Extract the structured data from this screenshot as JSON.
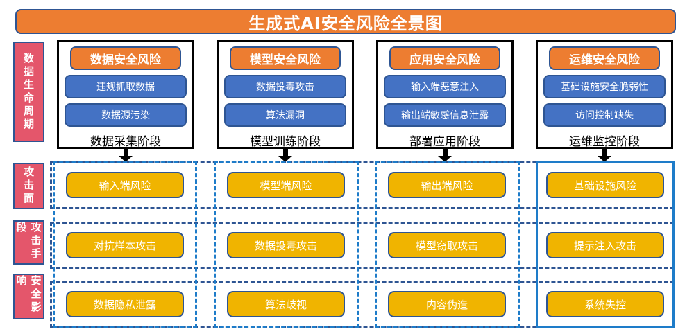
{
  "title": "生成式AI安全风险全景图",
  "sidebar": [
    "数据生命周期",
    "攻击面",
    "攻击手段",
    "安全影响"
  ],
  "columns": [
    {
      "header": "数据安全风险",
      "risks": [
        "违规抓取数据",
        "数据源污染"
      ],
      "stage": "数据采集阶段",
      "attack_surface": "输入端风险",
      "attack_method": "对抗样本攻击",
      "impact": "数据隐私泄露"
    },
    {
      "header": "模型安全风险",
      "risks": [
        "数据投毒攻击",
        "算法漏洞"
      ],
      "stage": "模型训练阶段",
      "attack_surface": "模型端风险",
      "attack_method": "数据投毒攻击",
      "impact": "算法歧视"
    },
    {
      "header": "应用安全风险",
      "risks": [
        "输入端恶意注入",
        "输出端敏感信息泄露"
      ],
      "stage": "部署应用阶段",
      "attack_surface": "输出端风险",
      "attack_method": "模型窃取攻击",
      "impact": "内容伪造"
    },
    {
      "header": "运维安全风险",
      "risks": [
        "基础设施安全脆弱性",
        "访问控制缺失"
      ],
      "stage": "运维监控阶段",
      "attack_surface": "基础设施风险",
      "attack_method": "提示注入攻击",
      "impact": "系统失控"
    }
  ],
  "colors": {
    "banner_fill": "#ED7D31",
    "banner_border": "#2E5593",
    "sidebar_fill": "#E4566B",
    "risk_pill_fill": "#4472C4",
    "gold_pill_fill": "#F0B400",
    "grid_row_dash": "#2E5593",
    "grid_column_dash": "#1E7CC9",
    "text_on_fill": "#FFFFFF",
    "box_border": "#000000"
  }
}
